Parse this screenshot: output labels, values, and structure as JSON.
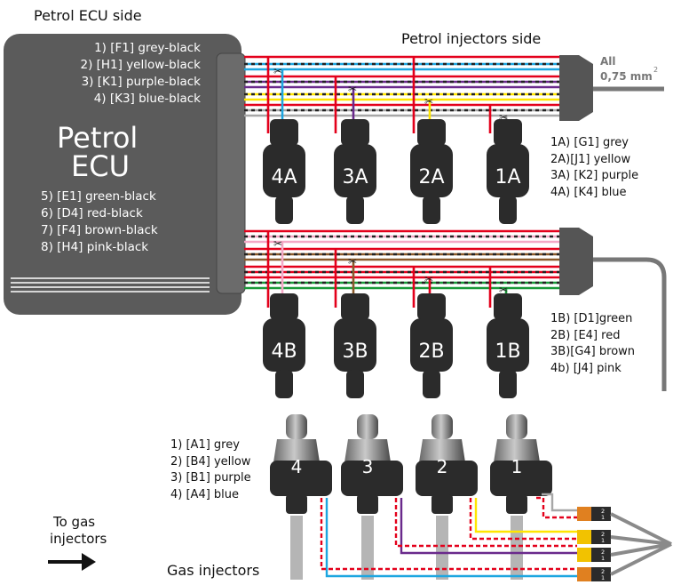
{
  "labels": {
    "ecu_side": "Petrol ECU side",
    "injectors_side": "Petrol injectors side",
    "wire_spec_all": "All",
    "wire_spec_size": "0,75 mm",
    "wire_spec_sup": "2",
    "ecu_title_line1": "Petrol",
    "ecu_title_line2": "ECU",
    "to_gas_line1": "To gas",
    "to_gas_line2": "injectors",
    "gas_injectors": "Gas injectors"
  },
  "ecu_pins_top": [
    "1) [F1] grey-black",
    "2) [H1] yellow-black",
    "3) [K1] purple-black",
    "4) [K3] blue-black"
  ],
  "ecu_pins_bottom": [
    "5) [E1] green-black",
    "6) [D4] red-black",
    "7) [F4] brown-black",
    "8) [H4] pink-black"
  ],
  "bank_a": {
    "injectors": [
      "4A",
      "3A",
      "2A",
      "1A"
    ],
    "legend": [
      "1A) [G1] grey",
      "2A)[J1] yellow",
      "3A) [K2] purple",
      "4A) [K4] blue"
    ]
  },
  "bank_b": {
    "injectors": [
      "4B",
      "3B",
      "2B",
      "1B"
    ],
    "legend": [
      "1B) [D1]green",
      "2B) [E4] red",
      "3B)[G4] brown",
      "4b) [J4] pink"
    ]
  },
  "gas": {
    "injectors": [
      "4",
      "3",
      "2",
      "1"
    ],
    "legend": [
      "1) [A1] grey",
      "2) [B4] yellow",
      "3) [B1] purple",
      "4) [A4] blue"
    ],
    "connector_pins": [
      "1",
      "2"
    ]
  },
  "colors": {
    "ecu_body": "#5b5b5b",
    "injector_body": "#2b2b2b",
    "wire_red": "#e3001b",
    "wire_grey": "#a7a7a7",
    "wire_yellow": "#ffe600",
    "wire_purple": "#6a2a8c",
    "wire_blue": "#1da6e0",
    "wire_green": "#1a9a3a",
    "wire_brown": "#8a5a2b",
    "wire_pink": "#f4a8c6",
    "connector_yellow": "#f2c200",
    "connector_orange": "#e08020"
  }
}
